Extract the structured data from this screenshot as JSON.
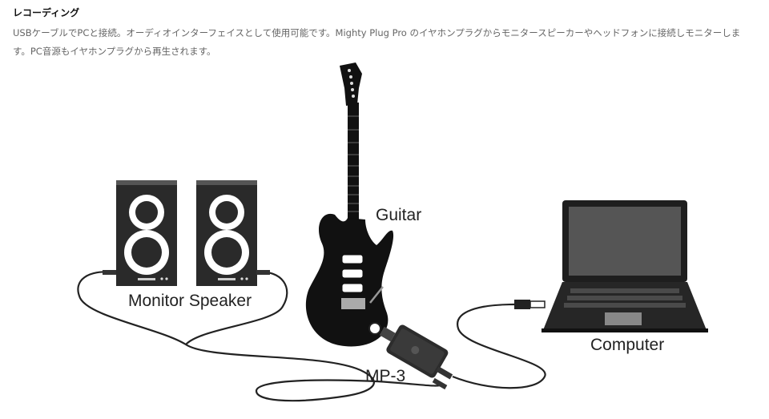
{
  "section": {
    "title": "レコーディング",
    "description": "USBケーブルでPCと接続。オーディオインターフェイスとして使用可能です。Mighty Plug Pro のイヤホンプラグからモニタースピーカーやヘッドフォンに接続しモニターします。PC音源もイヤホンプラグから再生されます。"
  },
  "diagram": {
    "labels": {
      "guitar": "Guitar",
      "monitor_speaker": "Monitor Speaker",
      "computer": "Computer",
      "device": "MP-3"
    }
  }
}
